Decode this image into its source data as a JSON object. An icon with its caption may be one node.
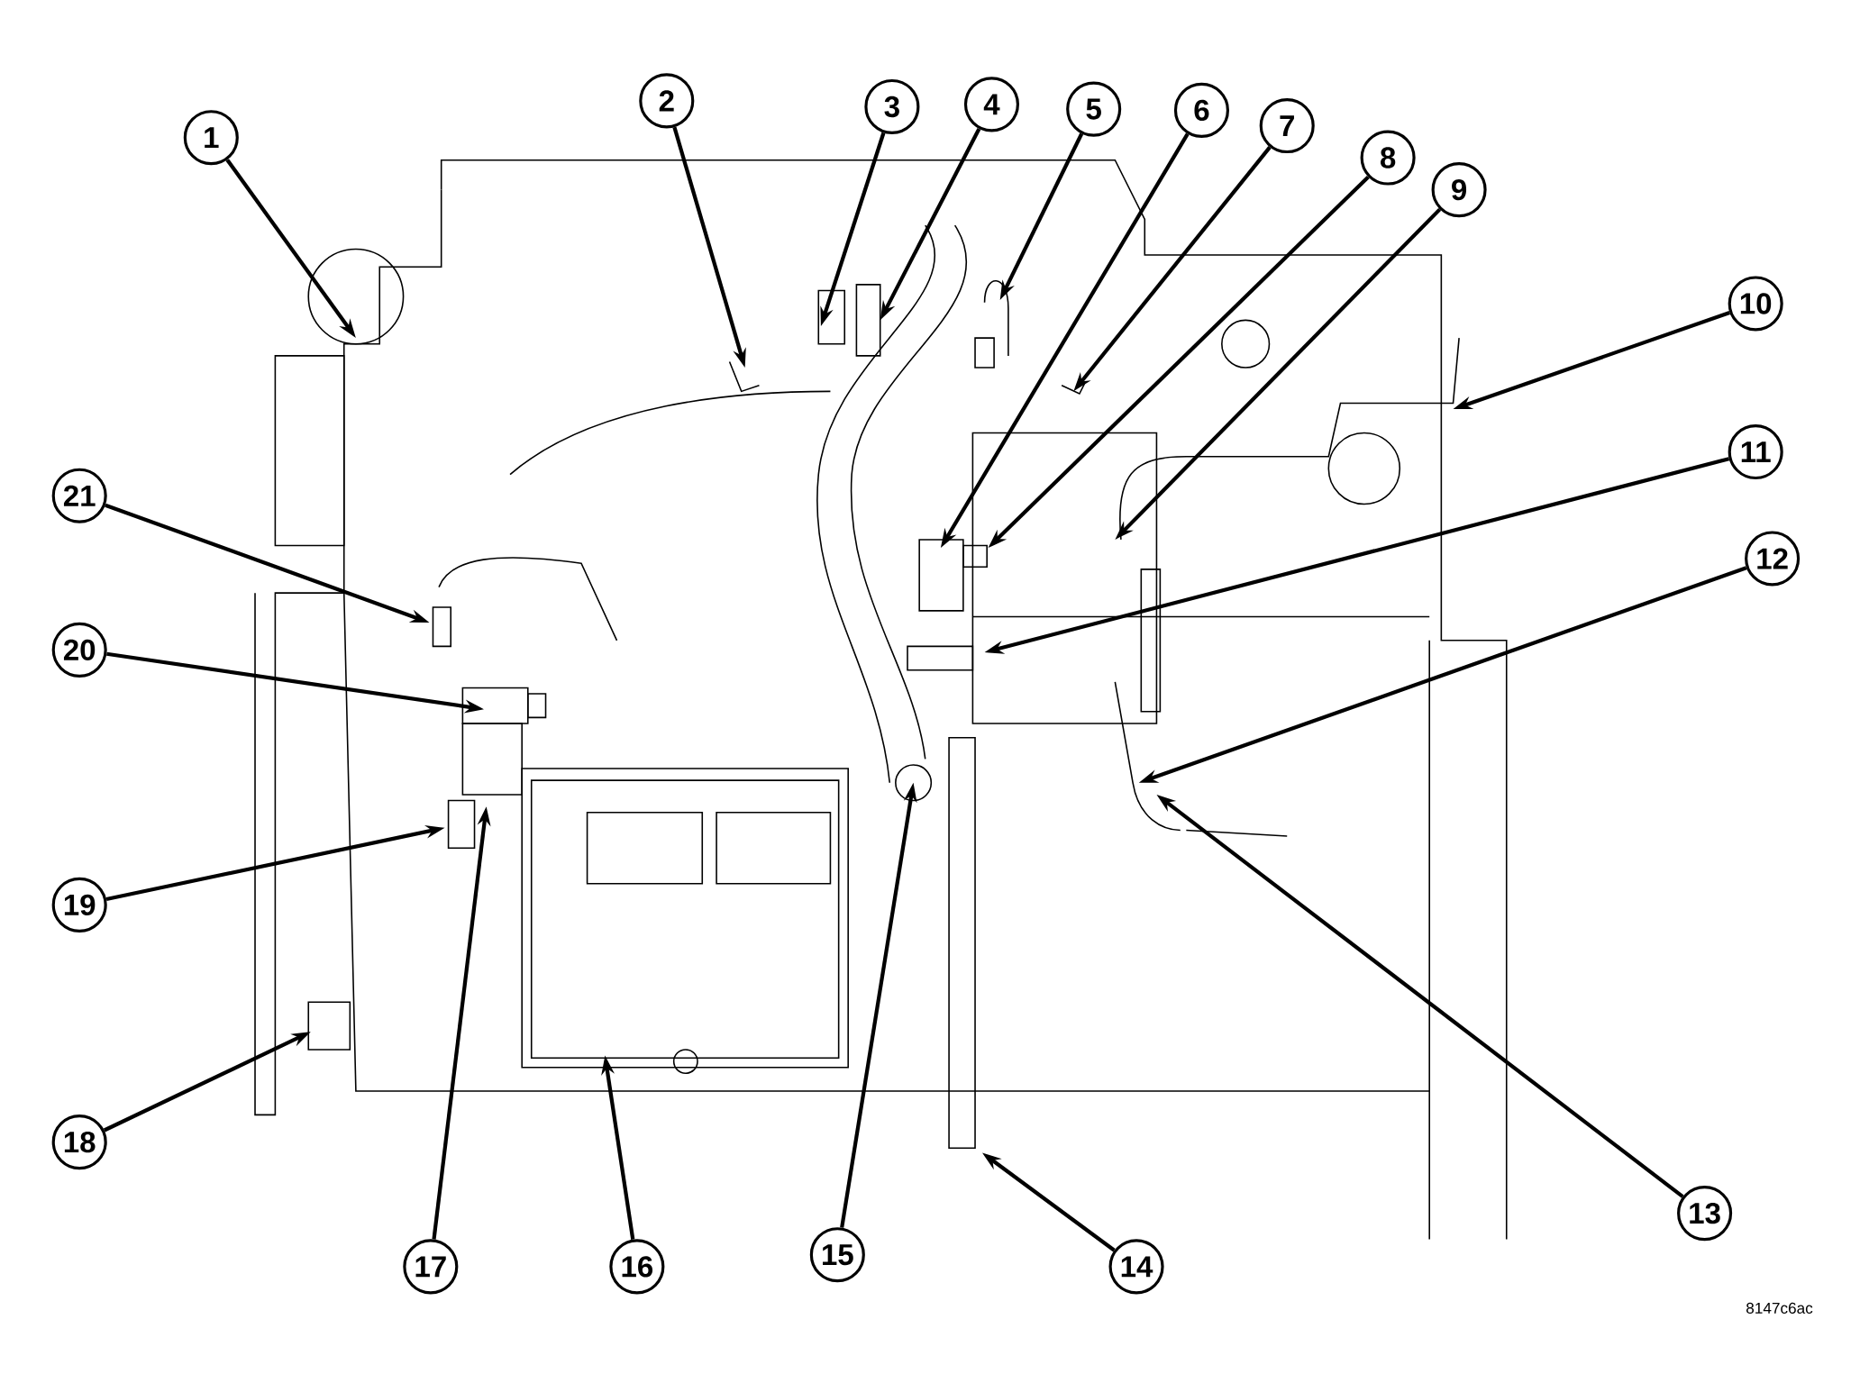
{
  "diagram": {
    "nodes": [
      {
        "text": [
          "1"
        ]
      },
      {
        "text": [
          "2"
        ]
      },
      {
        "text": [
          "3"
        ]
      },
      {
        "text": [
          "4"
        ]
      },
      {
        "text": [
          "5"
        ]
      },
      {
        "text": [
          "6"
        ]
      },
      {
        "text": [
          "7"
        ]
      },
      {
        "text": [
          "8"
        ]
      },
      {
        "text": [
          "9"
        ]
      },
      {
        "text": [
          "10"
        ]
      },
      {
        "text": [
          "11"
        ]
      },
      {
        "text": [
          "12"
        ]
      },
      {
        "text": [
          "13"
        ]
      },
      {
        "text": [
          "14"
        ]
      },
      {
        "text": [
          "15"
        ]
      },
      {
        "text": [
          "16"
        ]
      },
      {
        "text": [
          "17"
        ]
      },
      {
        "text": [
          "18"
        ]
      },
      {
        "text": [
          "19"
        ]
      },
      {
        "text": [
          "20"
        ]
      },
      {
        "text": [
          "21"
        ]
      }
    ],
    "edges": [
      {
        "from": 0,
        "to": null,
        "arrow": "to"
      },
      {
        "from": 1,
        "to": null,
        "arrow": "to"
      },
      {
        "from": 2,
        "to": null,
        "arrow": "to"
      },
      {
        "from": 3,
        "to": null,
        "arrow": "to"
      },
      {
        "from": 4,
        "to": null,
        "arrow": "to"
      },
      {
        "from": 5,
        "to": null,
        "arrow": "to"
      },
      {
        "from": 6,
        "to": null,
        "arrow": "to"
      },
      {
        "from": 7,
        "to": null,
        "arrow": "to"
      },
      {
        "from": 8,
        "to": null,
        "arrow": "to"
      },
      {
        "from": 9,
        "to": null,
        "arrow": "to"
      },
      {
        "from": 10,
        "to": null,
        "arrow": "to"
      },
      {
        "from": 11,
        "to": null,
        "arrow": "to"
      },
      {
        "from": 12,
        "to": null,
        "arrow": "to"
      },
      {
        "from": 13,
        "to": null,
        "arrow": "to"
      },
      {
        "from": 14,
        "to": null,
        "arrow": "to"
      },
      {
        "from": 15,
        "to": null,
        "arrow": "to"
      },
      {
        "from": 16,
        "to": null,
        "arrow": "to"
      },
      {
        "from": 17,
        "to": null,
        "arrow": "to"
      },
      {
        "from": 18,
        "to": null,
        "arrow": "to"
      },
      {
        "from": 19,
        "to": null,
        "arrow": "to"
      },
      {
        "from": 20,
        "to": null,
        "arrow": "to"
      }
    ],
    "labels": [
      "8147c6ac"
    ]
  }
}
